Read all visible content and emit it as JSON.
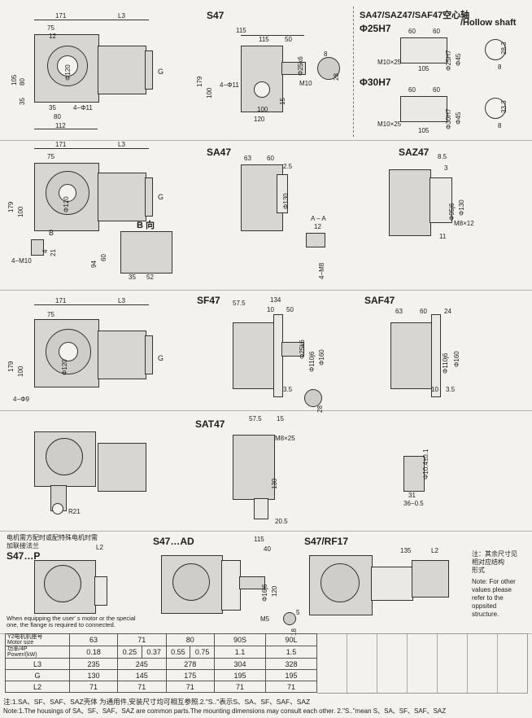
{
  "header": {
    "title": "SA47/SAZ47/SAF47空心轴",
    "subtitle": "/Hollow shaft",
    "bore1": "Φ25H7",
    "bore2": "Φ30H7"
  },
  "views": {
    "s47": "S47",
    "sa47": "SA47",
    "saz47": "SAZ47",
    "sf47": "SF47",
    "saf47": "SAF47",
    "sat47": "SAT47",
    "s47p": "S47…P",
    "s47ad": "S47…AD",
    "s47rf17": "S47/RF17",
    "b_view": "B 向",
    "aa": "A – A",
    "b_mark": "B"
  },
  "dims": {
    "d171": "171",
    "d75": "75",
    "d12": "12",
    "L3": "L3",
    "G": "G",
    "d105": "105",
    "d80": "80",
    "d35": "35",
    "d4phi11": "4−Φ11",
    "d112": "112",
    "phi120": "Φ120",
    "d115": "115",
    "d50": "50",
    "d179": "179",
    "d100": "100",
    "d15": "15",
    "d120": "120",
    "phi25k6": "Φ25k6",
    "d8": "8",
    "d28": "28",
    "M10": "M10",
    "d60": "60",
    "phi25H7": "Φ25H7",
    "M10x25": "M10×25",
    "d28_3": "28.3",
    "phi45": "Φ45",
    "phi30H7": "Φ30H7",
    "d33_3": "33.3",
    "d63": "63",
    "d2_5": "2.5",
    "phi130": "Φ130",
    "d8_5": "8.5",
    "d3": "3",
    "phi95j6": "Φ95j6",
    "M8x12": "M8×12",
    "d11": "11",
    "d94": "94",
    "d52": "52",
    "d4_M10": "4−M10",
    "d21": "21",
    "d4": "4",
    "d4_M8": "4−M8",
    "d57_5": "57.5",
    "d134": "134",
    "d10": "10",
    "phi110j6": "Φ110j6",
    "phi160": "Φ160",
    "d3_5": "3.5",
    "d4phi9": "4−Φ9",
    "d24": "24",
    "M8x25": "M8×25",
    "d130": "130",
    "d20_5": "20.5",
    "R21": "R21",
    "phi10_4": "Φ10.4±0.1",
    "d31": "31",
    "d36": "36−0.5",
    "L2": "L2",
    "d40": "40",
    "phi16j6": "Φ16j6",
    "M5": "M5",
    "d5": "5",
    "d18": "18",
    "d135": "135"
  },
  "notes": {
    "p_cn": "电机需方配时或配特殊电机时需\n加联接法兰",
    "p_en": "When equipping the user' s motor or the special\none, the flange is required to connected.",
    "side_cn": "注：其余尺寸见\n    相对应结构\n    形式",
    "side_en": "Note: For other\nvalues please\nrefer to the\noppsited\nstructure."
  },
  "table": {
    "row_size_label_cn": "Y2电机机座号",
    "row_size_label_en": "Motor size",
    "row_power_label_cn": "功率/4P",
    "row_power_label_en": "Power/(kW)",
    "sizes": [
      "63",
      "71",
      "80",
      "90S",
      "90L"
    ],
    "power": [
      "0.18",
      "0.25",
      "0.37",
      "0.55",
      "0.75",
      "1.1",
      "1.5"
    ],
    "L3_label": "L3",
    "L3": [
      "235",
      "245",
      "278",
      "304",
      "328"
    ],
    "G_label": "G",
    "G": [
      "130",
      "145",
      "175",
      "195",
      "195"
    ],
    "L2_label": "L2",
    "L2": [
      "71",
      "71",
      "71",
      "71",
      "71"
    ]
  },
  "footnotes": {
    "cn": "注:1.SA、SF、SAF、SAZ壳体 为通用件,安装尺寸均可相互参照.2.\"S..\"表示S、SA、SF、SAF、SAZ",
    "en": "Note:1.The housings of SA、SF、SAF、SAZ are common parts.The mounting dimensions may consult each other. 2.\"S..\"mean S、SA、SF、SAF、SAZ"
  }
}
